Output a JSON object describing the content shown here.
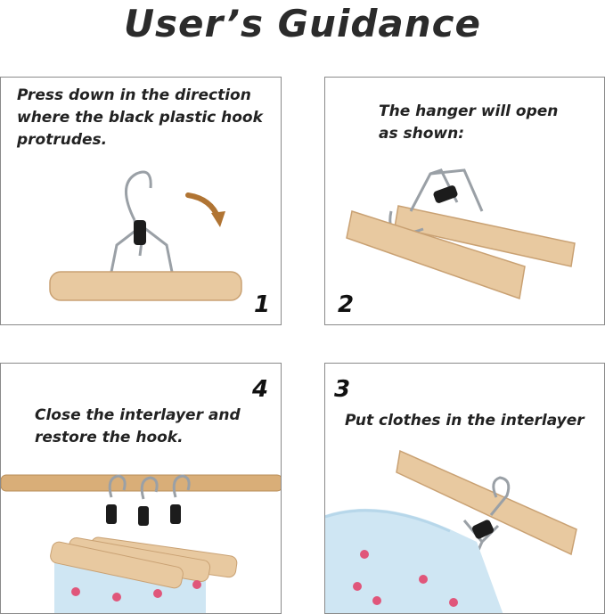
{
  "header": {
    "title": "User’s Guidance"
  },
  "steps": [
    {
      "number": "1",
      "text_lines": [
        "Press down in the direction",
        "where the black plastic hook",
        "protrudes."
      ]
    },
    {
      "number": "2",
      "text_lines": [
        "The hanger will open",
        "as shown:"
      ]
    },
    {
      "number": "3",
      "text_lines": [
        "Put clothes in the interlayer"
      ]
    },
    {
      "number": "4",
      "text_lines": [
        "Close the interlayer and",
        "restore the hook."
      ]
    }
  ],
  "colors": {
    "wood": "#e8c9a0",
    "wood_dark": "#c9a173",
    "metal": "#9aa0a6",
    "clip": "#1c1c1c",
    "arrow": "#b07433",
    "fabric": "#cfe6f3",
    "strawberry": "#e0567a"
  }
}
